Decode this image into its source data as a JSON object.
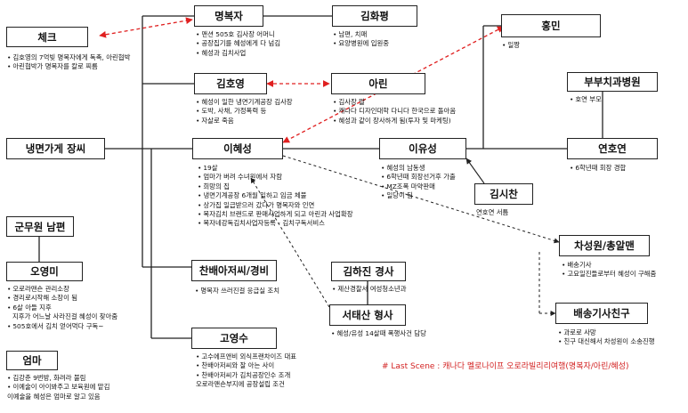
{
  "nodes": {
    "check": "체크",
    "myeongbokja": "명복자",
    "kimhwapyeong": "김화평",
    "hongmin": "홍민",
    "buchigwa": "부부치과병원",
    "kimhoyeong": "김호영",
    "arin": "아린",
    "naengmyeon": "냉면가게 장씨",
    "ihyeseong": "이혜성",
    "iyuseong": "이유성",
    "yeonhoyeon": "연호연",
    "kimsichan": "김시찬",
    "gunmuwon": "군무원 남편",
    "ohyeongmi": "오영미",
    "eomma": "엄마",
    "chanbaeajeossi": "찬배아저씨/경비",
    "goyeongsu": "고영수",
    "kimhajin": "김하진 경사",
    "seotaesan": "서태산 형사",
    "chaseongwon": "차성원/총알맨",
    "baesonggisa": "배송기사친구"
  },
  "notes": {
    "check": [
      "김호영의 7억빚 명복자에게 독촉, 아린협박",
      "아린협박가 명복자를 칼로 찌름"
    ],
    "myeongbokja": [
      "맨션 505호 김사장 어머니",
      "공장집기를 혜성에게 다 넘김",
      "혜성과 김치사업"
    ],
    "kimhwapyeong": [
      "남편, 치매",
      "요양병원에 입원중"
    ],
    "hongmin": [
      "일짱"
    ],
    "buchigwa": [
      "호연 부모"
    ],
    "kimhoyeong": [
      "혜성이 일한 냉면기계공장 김사장",
      "도박, 사채, 가정폭력 등",
      "자살로 죽음"
    ],
    "arin": [
      "김사장 딸",
      "캐나다 디자인대학 다니다 한국으로 돌아옴",
      "혜성과 같이 장사하게 됨(투자 및 마케팅)"
    ],
    "ihyeseong": [
      "19살",
      "엄마가 버려 수녀원에서 자람",
      "희망의 집",
      "냉면기계공장 6개월 일하고 임금 체불",
      "상가집 일급받으러 갔다가 명복자와 인연",
      "복자김치 브랜드로 판매사업하게 되고 아린과 사업확장",
      "복자네강독김치사업자등록 - 김치구독서비스"
    ],
    "iyuseong": [
      "혜성의 남동생",
      "6학년때 회장선거후 가출",
      "MZ조폭 마약판매",
      "일당이 됨"
    ],
    "yeonhoyeon": [
      "6학년때 회장 경합"
    ],
    "kimsichan": [
      "연호연 서틈"
    ],
    "ohyeongmi": [
      "오로라맨숀 관리소장",
      "경리로시작해 소장이 됨",
      "6살 아들 지후"
    ],
    "ohyeongmi_cont": [
      "지후가 어느날 사라진걸 혜성이 찾아줌"
    ],
    "ohyeongmi_last": [
      "505호에서 김치 얻어먹다 구독~"
    ],
    "eomma": [
      "김강춘 9번방, 화려라 불림",
      "이예술이 아이봐주고 보육원에 맡김",
      "이예술을 혜성은 엄마로 알고 있음"
    ],
    "chanbaeajeossi": [
      "명복자 쓰러진걸 응급실 조치"
    ],
    "goyeongsu": [
      "고수에프앤비 외식프랜차이즈 대표",
      "찬배아저씨와 잘 아는 사이",
      "찬배아저씨가 김치공장인수 조개",
      "오로라맨숀부지에 공장설립 조건"
    ],
    "kimhajin": [
      "제산경찰서 여성청소년과"
    ],
    "seotaesan": [
      "혜성/유성 14살때 폭행사건 담당"
    ],
    "chaseongwon": [
      "배송기사",
      "고요일진들로부터 혜성이 구해줌"
    ],
    "baesonggisa": [
      "과로로 사망",
      "친구 대신해서 차성원이 소송진행"
    ]
  },
  "last_scene": "# Last Scene : 캐나다 멜로나이프 오로라빌리리여행(명복자/아린/혜성)",
  "colors": {
    "line": "#222222",
    "red_dashed": "#e02020",
    "last_scene": "#d21f1f"
  }
}
